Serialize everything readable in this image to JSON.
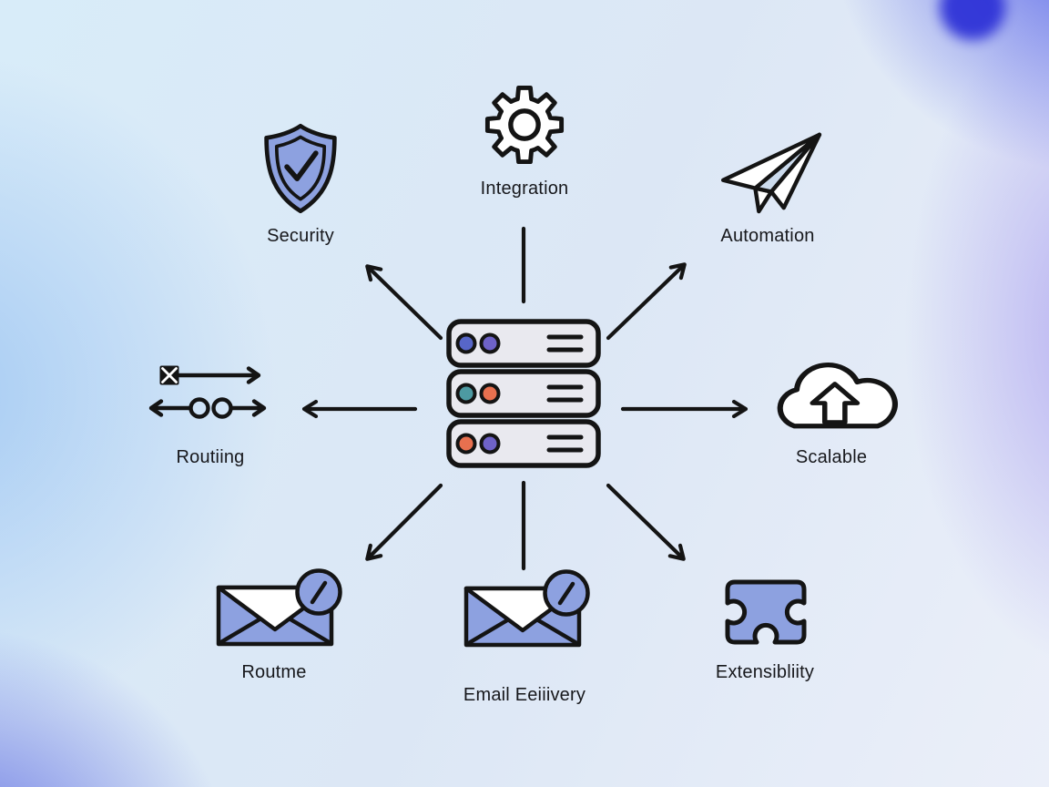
{
  "diagram": {
    "center": {
      "icon": "server-stack-icon",
      "rows": 3
    },
    "nodes": [
      {
        "id": "security",
        "label": "Security",
        "icon": "shield-check-icon",
        "direction": "up-left"
      },
      {
        "id": "integration",
        "label": "Integration",
        "icon": "gear-icon",
        "direction": "up"
      },
      {
        "id": "automation",
        "label": "Automation",
        "icon": "paper-plane-icon",
        "direction": "up-right"
      },
      {
        "id": "routing",
        "label": "Routiing",
        "icon": "routing-arrows-icon",
        "direction": "left"
      },
      {
        "id": "scalable",
        "label": "Scalable",
        "icon": "cloud-upload-icon",
        "direction": "right"
      },
      {
        "id": "routme",
        "label": "Routme",
        "icon": "envelope-badge-icon",
        "direction": "down-left"
      },
      {
        "id": "email_delivery",
        "label": "Email Eeiiivery",
        "icon": "envelope-badge-icon",
        "direction": "down"
      },
      {
        "id": "extensibility",
        "label": "Extensibliity",
        "icon": "puzzle-piece-icon",
        "direction": "down-right"
      }
    ],
    "colors": {
      "accent_fill": "#8da1e0",
      "outline": "#141414",
      "server_fill": "#e9e9ef",
      "dot_blue": "#5766c8",
      "dot_purple": "#6e62c8",
      "dot_teal": "#4d9aa2",
      "dot_orange": "#e8704f",
      "plane_shade": "#ccdbed",
      "white": "#ffffff",
      "background_blob": "#2b2fd6"
    }
  }
}
